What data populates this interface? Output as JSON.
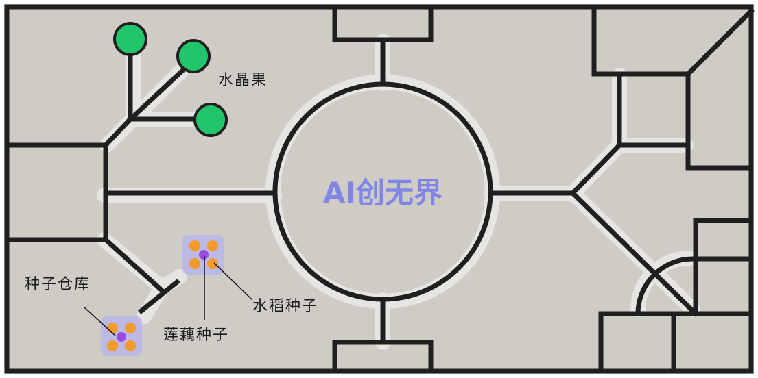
{
  "title": "AI创无界",
  "labels": {
    "crystal_fruit": "水晶果",
    "seed_warehouse": "种子仓库",
    "rice_seed": "水稻种子",
    "lotus_seed": "莲藕种子"
  },
  "colors": {
    "floor": "#cfccc5",
    "wall": "#1f1f1f",
    "path_halo": "#e6e5e1",
    "title": "#7f86e6",
    "crystal_fruit": "#22c56a",
    "seed_orange": "#f39b2a",
    "seed_purple": "#9b4be0",
    "seed_box": "#b9b6ea"
  },
  "icons": {
    "crystal_fruit": "green-sphere-icon",
    "seed_box": "seed-crate-icon"
  }
}
